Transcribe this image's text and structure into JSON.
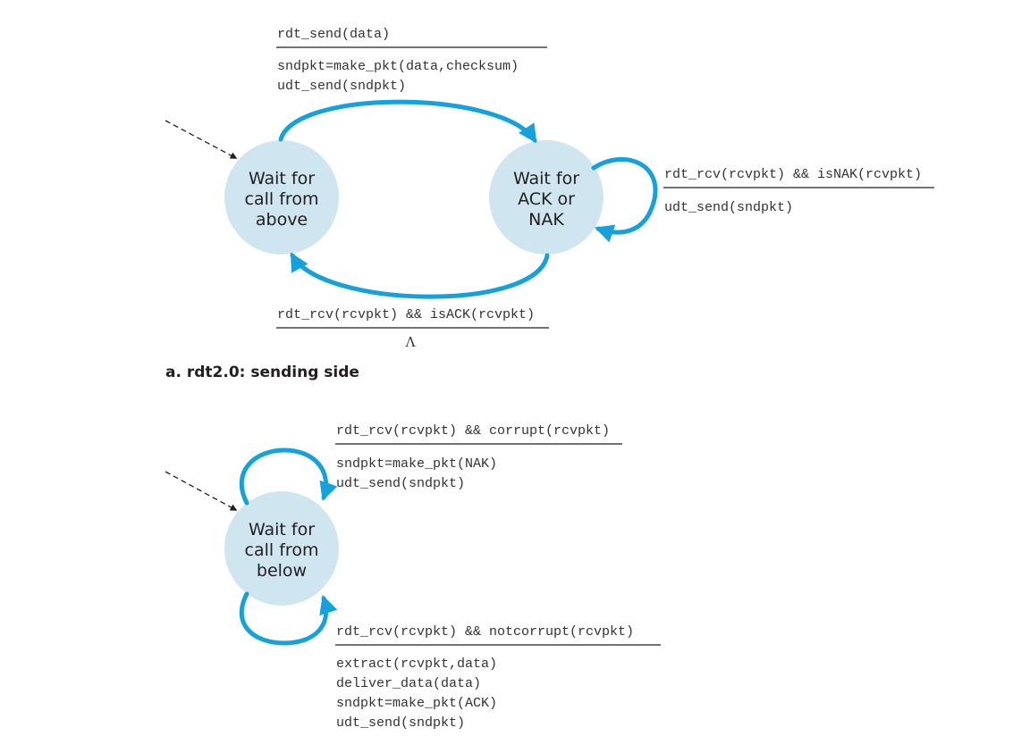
{
  "colors": {
    "state_fill": "#cfe6f1",
    "arrow": "#14a1dc",
    "text": "#231f20",
    "rule": "#231f20"
  },
  "sender": {
    "caption": "a.  rdt2.0: sending side",
    "state_call_above": [
      "Wait for",
      "call from",
      "above"
    ],
    "state_ack_nak": [
      "Wait for",
      "ACK or",
      "NAK"
    ],
    "t_send": {
      "event": "rdt_send(data)",
      "actions": [
        "sndpkt=make_pkt(data,checksum)",
        "udt_send(sndpkt)"
      ]
    },
    "t_nak": {
      "event": "rdt_rcv(rcvpkt) && isNAK(rcvpkt)",
      "actions": [
        "udt_send(sndpkt)"
      ]
    },
    "t_ack": {
      "event": "rdt_rcv(rcvpkt) && isACK(rcvpkt)",
      "actions": [
        "Λ"
      ]
    }
  },
  "receiver": {
    "state_call_below": [
      "Wait for",
      "call from",
      "below"
    ],
    "t_corrupt": {
      "event": "rdt_rcv(rcvpkt) && corrupt(rcvpkt)",
      "actions": [
        "sndpkt=make_pkt(NAK)",
        "udt_send(sndpkt)"
      ]
    },
    "t_notcorrupt": {
      "event": "rdt_rcv(rcvpkt) && notcorrupt(rcvpkt)",
      "actions": [
        "extract(rcvpkt,data)",
        "deliver_data(data)",
        "sndpkt=make_pkt(ACK)",
        "udt_send(sndpkt)"
      ]
    }
  }
}
